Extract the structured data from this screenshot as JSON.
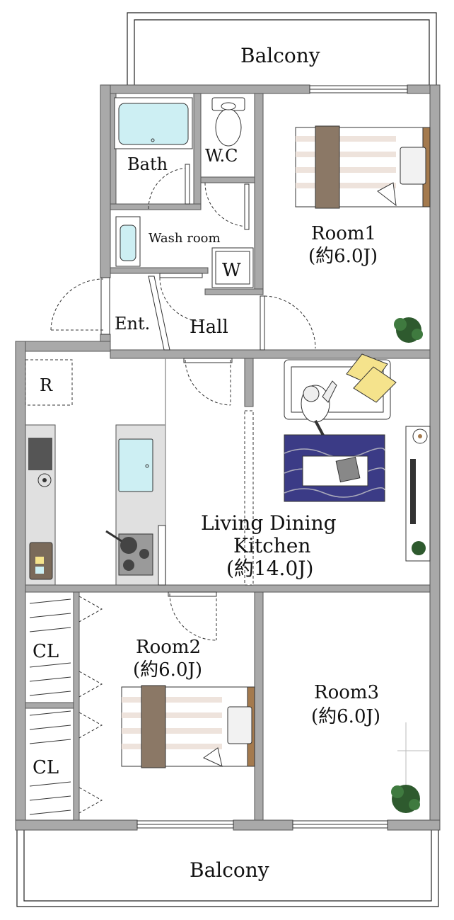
{
  "labels": {
    "balcony_top": "Balcony",
    "balcony_bottom": "Balcony",
    "bath": "Bath",
    "wc": "W.C",
    "wash_room": "Wash room",
    "washer": "W",
    "entrance": "Ent.",
    "hall": "Hall",
    "room1_name": "Room1",
    "room1_size": "(約6.0J)",
    "storage_r": "R",
    "ldk_line1": "Living Dining",
    "ldk_line2": "Kitchen",
    "ldk_size": "(約14.0J)",
    "room2_name": "Room2",
    "room2_size": "(約6.0J)",
    "room3_name": "Room3",
    "room3_size": "(約6.0J)",
    "closet_1": "CL",
    "closet_2": "CL"
  },
  "colors": {
    "wall": "#a9a9a9",
    "bath_water": "#cdeff3",
    "bed_wood": "#8b7866",
    "rug": "#3b3b86",
    "pillow": "#f5e38c",
    "plant": "#2e5a2e"
  }
}
